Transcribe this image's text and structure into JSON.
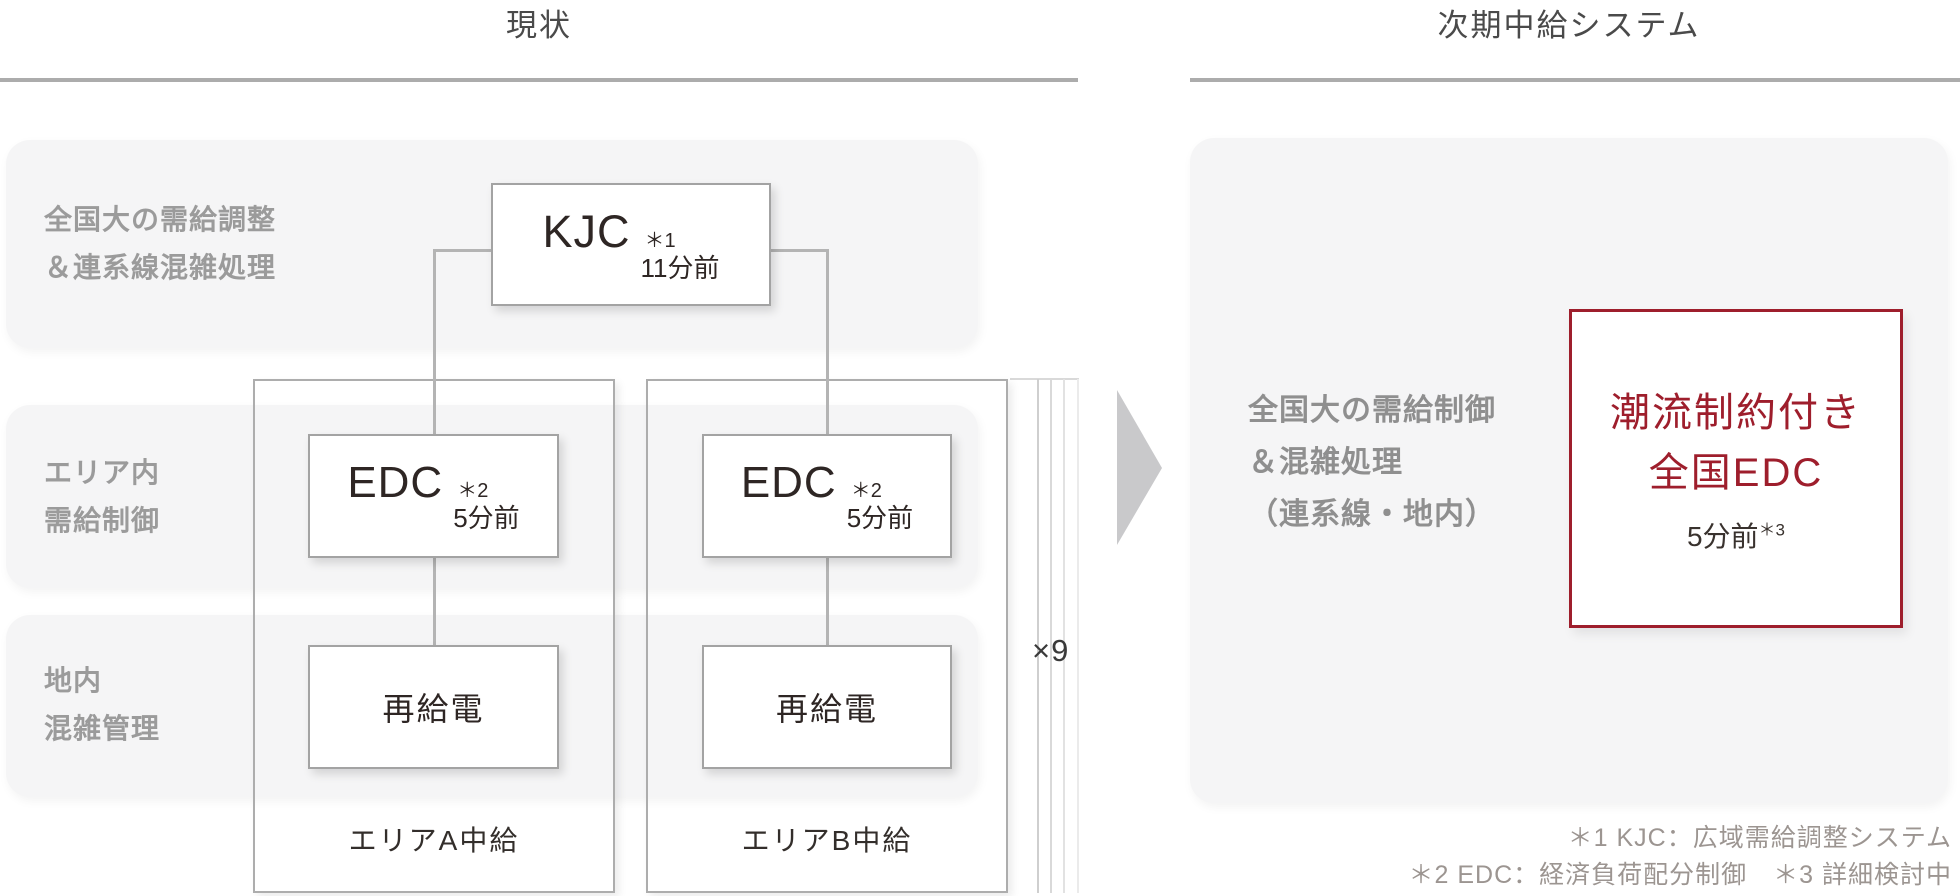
{
  "left": {
    "title": "現状",
    "rows": [
      {
        "label_lines": [
          "全国大の需給調整",
          "＆連系線混雑処理"
        ]
      },
      {
        "label_lines": [
          "エリア内",
          "需給制御"
        ]
      },
      {
        "label_lines": [
          "地内",
          "混雑管理"
        ]
      }
    ],
    "kjc_box": {
      "name": "KJC",
      "sup": "＊1",
      "timing": "11分前"
    },
    "edc_box": {
      "name": "EDC",
      "sup": "＊2",
      "timing": "5分前"
    },
    "redispatch_label": "再給電",
    "area_a_label": "エリアA中給",
    "area_b_label": "エリアB中給",
    "multiplier": "×9"
  },
  "right": {
    "title": "次期中給システム",
    "label_lines": [
      "全国大の需給制御",
      "＆混雑処理",
      "（連系線・地内）"
    ],
    "box": {
      "line1": "潮流制約付き",
      "line2": "全国EDC",
      "timing": "5分前",
      "timing_sup": "＊3"
    }
  },
  "footnotes": [
    "＊1 KJC：広域需給調整システム",
    "＊2 EDC：経済負荷配分制御　＊3 詳細検討中"
  ],
  "colors": {
    "accent_red": "#9e1e2c",
    "band_gray": "#f5f5f6",
    "line_gray": "#b4b4b4"
  }
}
